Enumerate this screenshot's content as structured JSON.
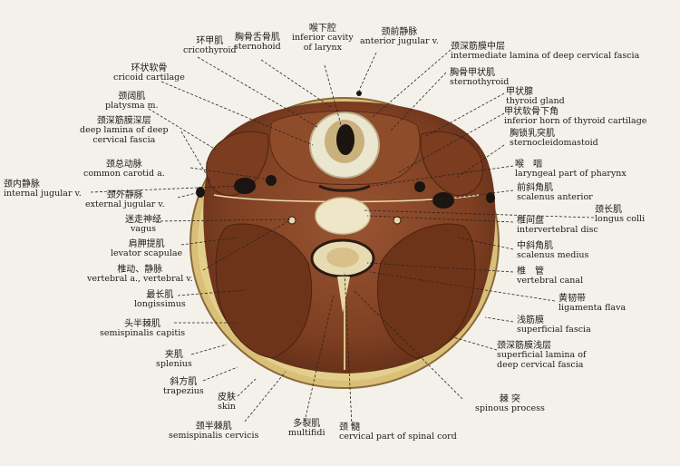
{
  "labels": {
    "cricothyroid": {
      "zh": "环甲肌",
      "en": "cricothyroid"
    },
    "sternohoid": {
      "zh": "胸骨舌骨肌",
      "en": "sternohoid"
    },
    "infraglottic": {
      "zh": "喉下腔",
      "en1": "inferior cavity",
      "en2": "of larynx"
    },
    "anterior_jugular": {
      "zh": "颈前静脉",
      "en": "anterior jugular v."
    },
    "cricoid": {
      "zh": "环状软骨",
      "en": "cricoid cartilage"
    },
    "platysma": {
      "zh": "颈阔肌",
      "en": "platysma m."
    },
    "deep_lamina": {
      "zh": "颈深筋膜深层",
      "en1": "deep lamina of deep",
      "en2": "cervical fascia"
    },
    "common_carotid": {
      "zh": "颈总动脉",
      "en": "common carotid a."
    },
    "internal_jugular": {
      "zh": "颈内静脉",
      "en": "internal jugular v."
    },
    "external_jugular": {
      "zh": "颈外静脉",
      "en": "external jugular v."
    },
    "vagus": {
      "zh": "迷走神经",
      "en": "vagus"
    },
    "levator": {
      "zh": "肩胛提肌",
      "en": "levator scapulae"
    },
    "vertebral": {
      "zh": "椎动、静脉",
      "en": "vertebral a., vertebral v."
    },
    "longissimus": {
      "zh": "最长肌",
      "en": "longissimus"
    },
    "semispinalis_capitis": {
      "zh": "头半棘肌",
      "en": "semispinalis capitis"
    },
    "splenius": {
      "zh": "夹肌",
      "en": "splenius"
    },
    "trapezius": {
      "zh": "斜方肌",
      "en": "trapezius"
    },
    "skin": {
      "zh": "皮肤",
      "en": "skin"
    },
    "semispinalis_cervicis": {
      "zh": "颈半棘肌",
      "en": "semispinalis cervicis"
    },
    "multifidi": {
      "zh": "多裂肌",
      "en": "multifidi"
    },
    "spinal_cord": {
      "zh": "颈 髓",
      "en": "cervical part of spinal cord"
    },
    "spinous": {
      "zh": "棘 突",
      "en": "spinous process"
    },
    "intermediate_lamina": {
      "zh": "颈深筋膜中层",
      "en": "intermediate lamina of deep cervical fascia"
    },
    "sternothyroid": {
      "zh": "胸骨甲状肌",
      "en": "sternothyroid"
    },
    "thyroid_gland": {
      "zh": "甲状腺",
      "en": "thyroid gland"
    },
    "inferior_horn": {
      "zh": "甲状软骨下角",
      "en": "inferior horn of thyroid cartilage"
    },
    "scm": {
      "zh": "胸锁乳突肌",
      "en": "sternocleidomastoid"
    },
    "laryngopharynx": {
      "zh": "喉　咽",
      "en": "laryngeal part of pharynx"
    },
    "scalenus_anterior": {
      "zh": "前斜角肌",
      "en": "scalenus anterior"
    },
    "longus_colli": {
      "zh": "颈长肌",
      "en": "longus colli"
    },
    "disc": {
      "zh": "椎间盘",
      "en": "intervertebral disc"
    },
    "scalenus_medius": {
      "zh": "中斜角肌",
      "en": "scalenus medius"
    },
    "canal": {
      "zh": "椎　管",
      "en": "vertebral canal"
    },
    "flava": {
      "zh": "黄韧带",
      "en": "ligamenta flava"
    },
    "superficial_fascia": {
      "zh": "浅筋膜",
      "en": "superficial fascia"
    },
    "superficial_lamina": {
      "zh": "颈深筋膜浅层",
      "en1": "superficial lamina of",
      "en2": "deep cervical fascia"
    }
  },
  "colors": {
    "background": "#f4f1ea",
    "skin_fat": "#e3cf8c",
    "muscle": "#8a4a2c",
    "muscle_dark": "#5e2d18",
    "cartilage": "#e7e2cc",
    "lumen": "#1b1410",
    "leader": "#2a2420"
  }
}
